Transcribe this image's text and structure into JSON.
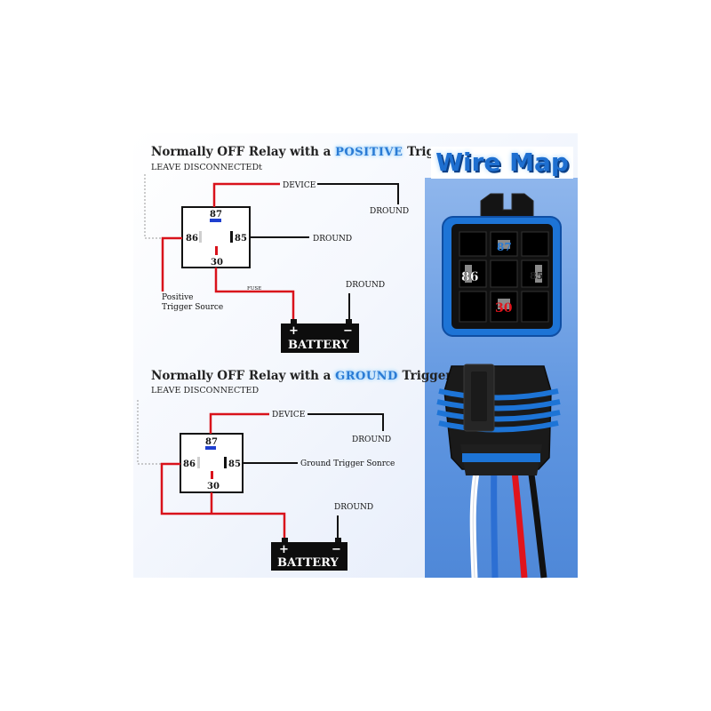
{
  "top": {
    "title_prefix": "Normally OFF Relay with a",
    "title_highlight": "POSITIVE",
    "title_suffix": "Trigger",
    "subtitle": "LEAVE DISCONNECTEDt",
    "pin87": "87",
    "pin86": "86",
    "pin85": "85",
    "pin30": "30",
    "device_label": "DEVICE",
    "ground1": "DROUND",
    "ground2": "DROUND",
    "ground3": "DROUND",
    "fuse_label": "FUSE",
    "trigger_line1": "Positive",
    "trigger_line2": "Trigger Source",
    "battery_label": "BATTERY",
    "plus": "+",
    "minus": "−"
  },
  "bottom": {
    "title_prefix": "Normally OFF Relay with a",
    "title_highlight": "GROUND",
    "title_suffix": "Trigger",
    "subtitle": "LEAVE DISCONNECTED",
    "pin87": "87",
    "pin86": "86",
    "pin85": "85",
    "pin30": "30",
    "device_label": "DEVICE",
    "ground1": "DROUND",
    "ground2": "DROUND",
    "trigger_label": "Ground Trigger Sonrce",
    "battery_label": "BATTERY",
    "plus": "+",
    "minus": "−"
  },
  "wire_map": {
    "title": "Wire Map",
    "socket_pins": [
      "87",
      "86",
      "85",
      "30"
    ]
  },
  "colors": {
    "wire_red": "#d9121b",
    "wire_black": "#111111",
    "accent_blue": "#2a7bd4",
    "connector_blue": "#1d74d6"
  }
}
